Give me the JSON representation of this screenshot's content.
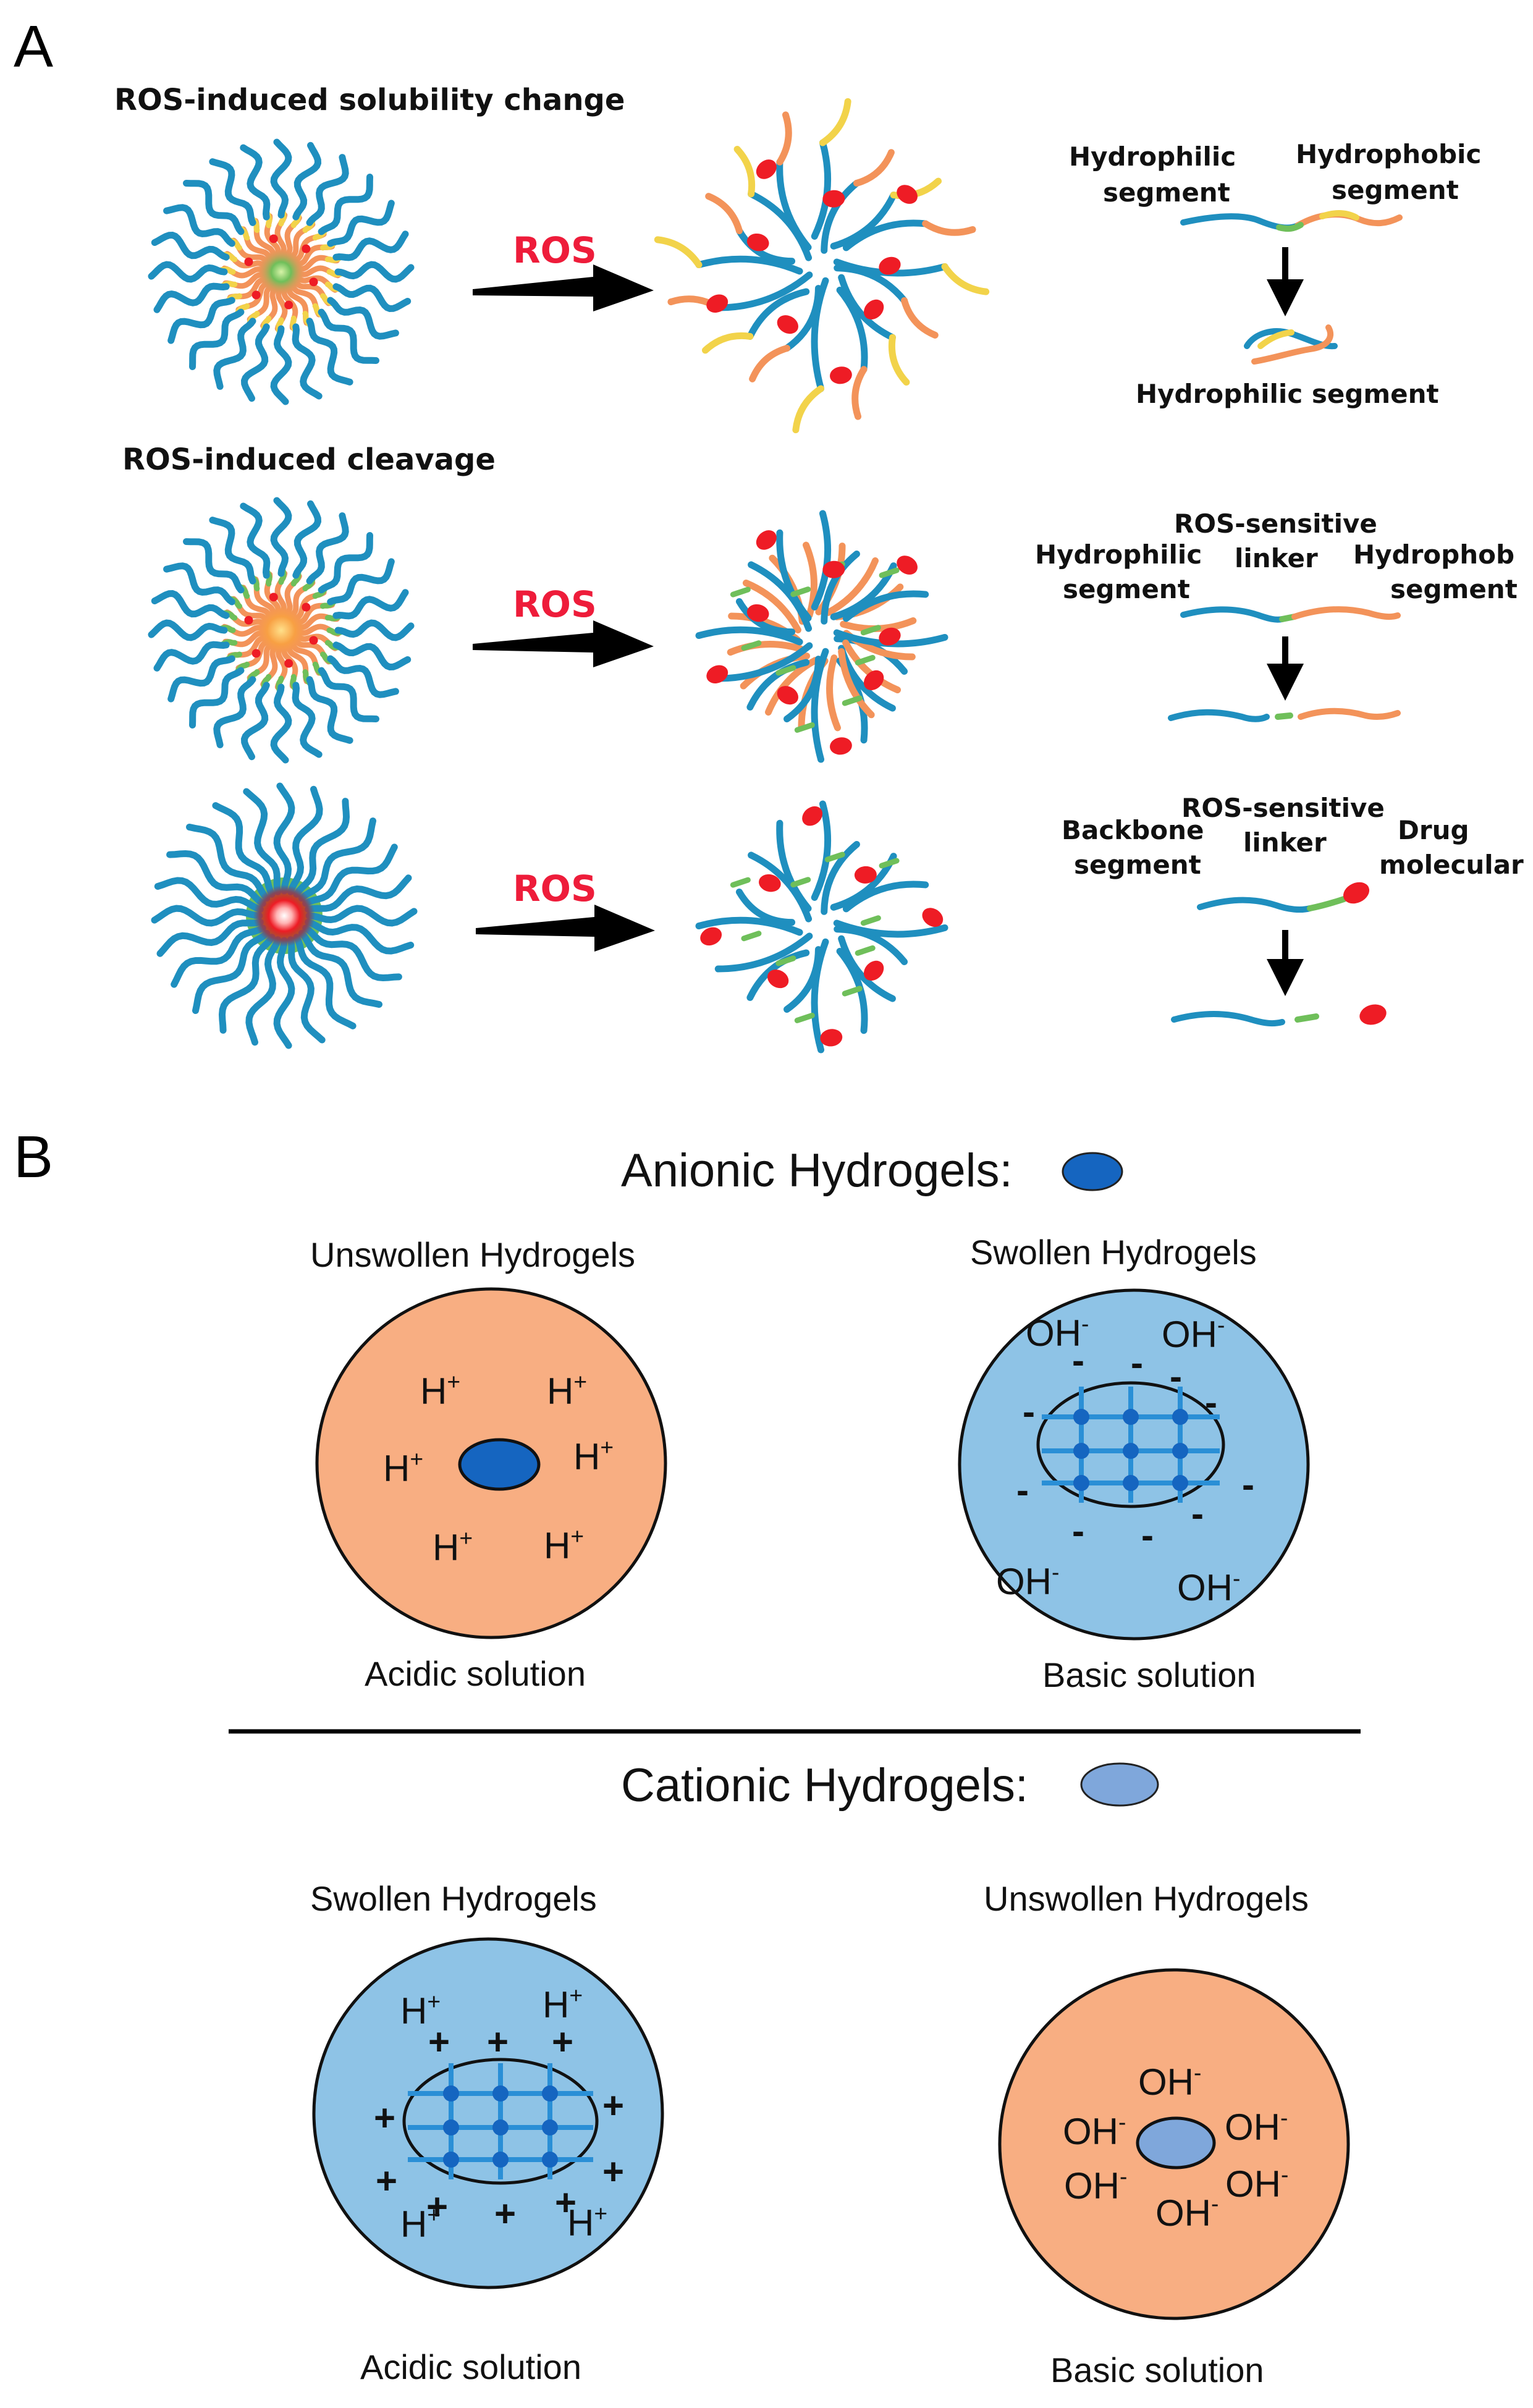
{
  "colors": {
    "blue_chain": "#1f8fbf",
    "orange_chain": "#f3935a",
    "yellow": "#f2d34a",
    "green": "#6fbf5a",
    "red_drug": "#ee1c25",
    "ros_text": "#ee1c3a",
    "hydrogel_dark": "#1565c0",
    "hydrogel_light": "#7fa7db",
    "swollen_bg": "#8ec3e6",
    "unswollen_bg": "#f8ae82",
    "mesh": "#2a8fd6"
  },
  "panel_a": {
    "letter": "A",
    "row1_heading": "ROS-induced solubility change",
    "row2_heading": "ROS-induced cleavage",
    "arrow_label": "ROS",
    "row1": {
      "hydrophilic_left_1": "Hydrophilic",
      "hydrophilic_left_2": "segment",
      "hydrophobic_1": "Hydrophobic",
      "hydrophobic_2": "segment",
      "result": "Hydrophilic segment"
    },
    "row2": {
      "hydrophilic_1": "Hydrophilic",
      "hydrophilic_2": "segment",
      "linker_1": "ROS-sensitive",
      "linker_2": "linker",
      "hydrophobic_1": "Hydrophob",
      "hydrophobic_2": "segment"
    },
    "row3": {
      "backbone_1": "Backbone",
      "backbone_2": "segment",
      "linker_1": "ROS-sensitive",
      "linker_2": "linker",
      "drug_1": "Drug",
      "drug_2": "molecular"
    }
  },
  "panel_b": {
    "letter": "B",
    "anionic_title": "Anionic Hydrogels:",
    "cationic_title": "Cationic Hydrogels:",
    "unswollen": "Unswollen  Hydrogels",
    "swollen": "Swollen  Hydrogels",
    "acidic": "Acidic solution",
    "basic": "Basic solution",
    "h_ion": "H",
    "oh_ion": "OH",
    "plus": "+",
    "minus": "-"
  }
}
